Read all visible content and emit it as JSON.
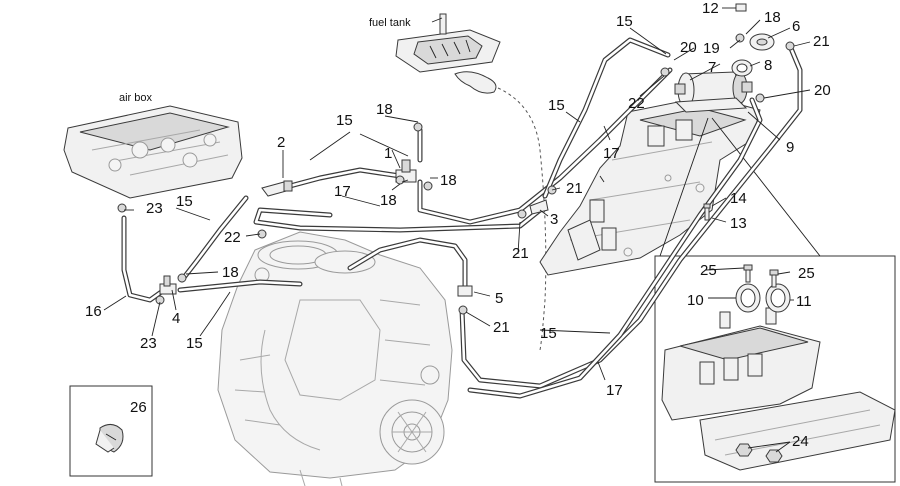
{
  "labels": {
    "fuel_tank": "fuel tank",
    "air_box": "air box"
  },
  "callouts": {
    "c1": "1",
    "c2": "2",
    "c3": "3",
    "c4": "4",
    "c5": "5",
    "c6": "6",
    "c7": "7",
    "c8": "8",
    "c9": "9",
    "c10": "10",
    "c11": "11",
    "c12": "12",
    "c13": "13",
    "c14": "14",
    "c15a": "15",
    "c15b": "15",
    "c15c": "15",
    "c15d": "15",
    "c15e": "15",
    "c16": "16",
    "c17a": "17",
    "c17b": "17",
    "c17c": "17",
    "c18a": "18",
    "c18b": "18",
    "c18c": "18",
    "c18d": "18",
    "c18e": "18",
    "c19": "19",
    "c20a": "20",
    "c20b": "20",
    "c21a": "21",
    "c21b": "21",
    "c21c": "21",
    "c21d": "21",
    "c22a": "22",
    "c22b": "22",
    "c23a": "23",
    "c23b": "23",
    "c24": "24",
    "c25a": "25",
    "c25b": "25",
    "c26": "26"
  }
}
